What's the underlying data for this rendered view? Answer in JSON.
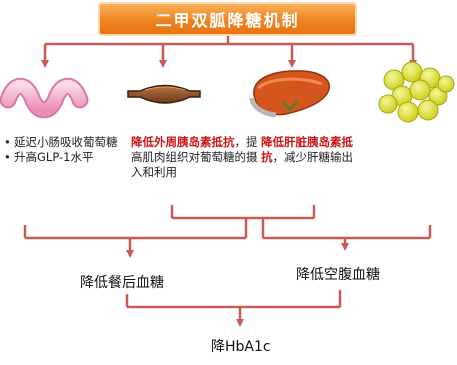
{
  "title": "二甲双胍降糖机制",
  "mechanisms": [
    {
      "name": "intestine",
      "lines": [
        "延迟小肠吸收葡萄糖",
        "升高GLP-1水平"
      ]
    },
    {
      "name": "muscle",
      "highlight_a": "降低外周胰岛素抵",
      "highlight_b": "抗",
      "rest_a": "，提高肌肉组织",
      "rest_b": "对葡萄糖的摄入和利用"
    },
    {
      "name": "liver",
      "highlight_a": "降低肝脏胰岛素",
      "highlight_b": "抵抗",
      "rest_a": "，减少肝糖",
      "rest_b": "输出"
    },
    {
      "name": "fat",
      "text": ""
    }
  ],
  "results": {
    "postprandial": "降低餐后血糖",
    "fasting": "降低空腹血糖",
    "final": "降HbA1c"
  },
  "colors": {
    "banner": "#ee8320",
    "arrow": "#c85a58",
    "highlight": "#cc1414",
    "intestine": "#f2a8c8",
    "muscle": "#8a4e28",
    "liver": "#d4561e",
    "fat": "#dfe21c"
  }
}
